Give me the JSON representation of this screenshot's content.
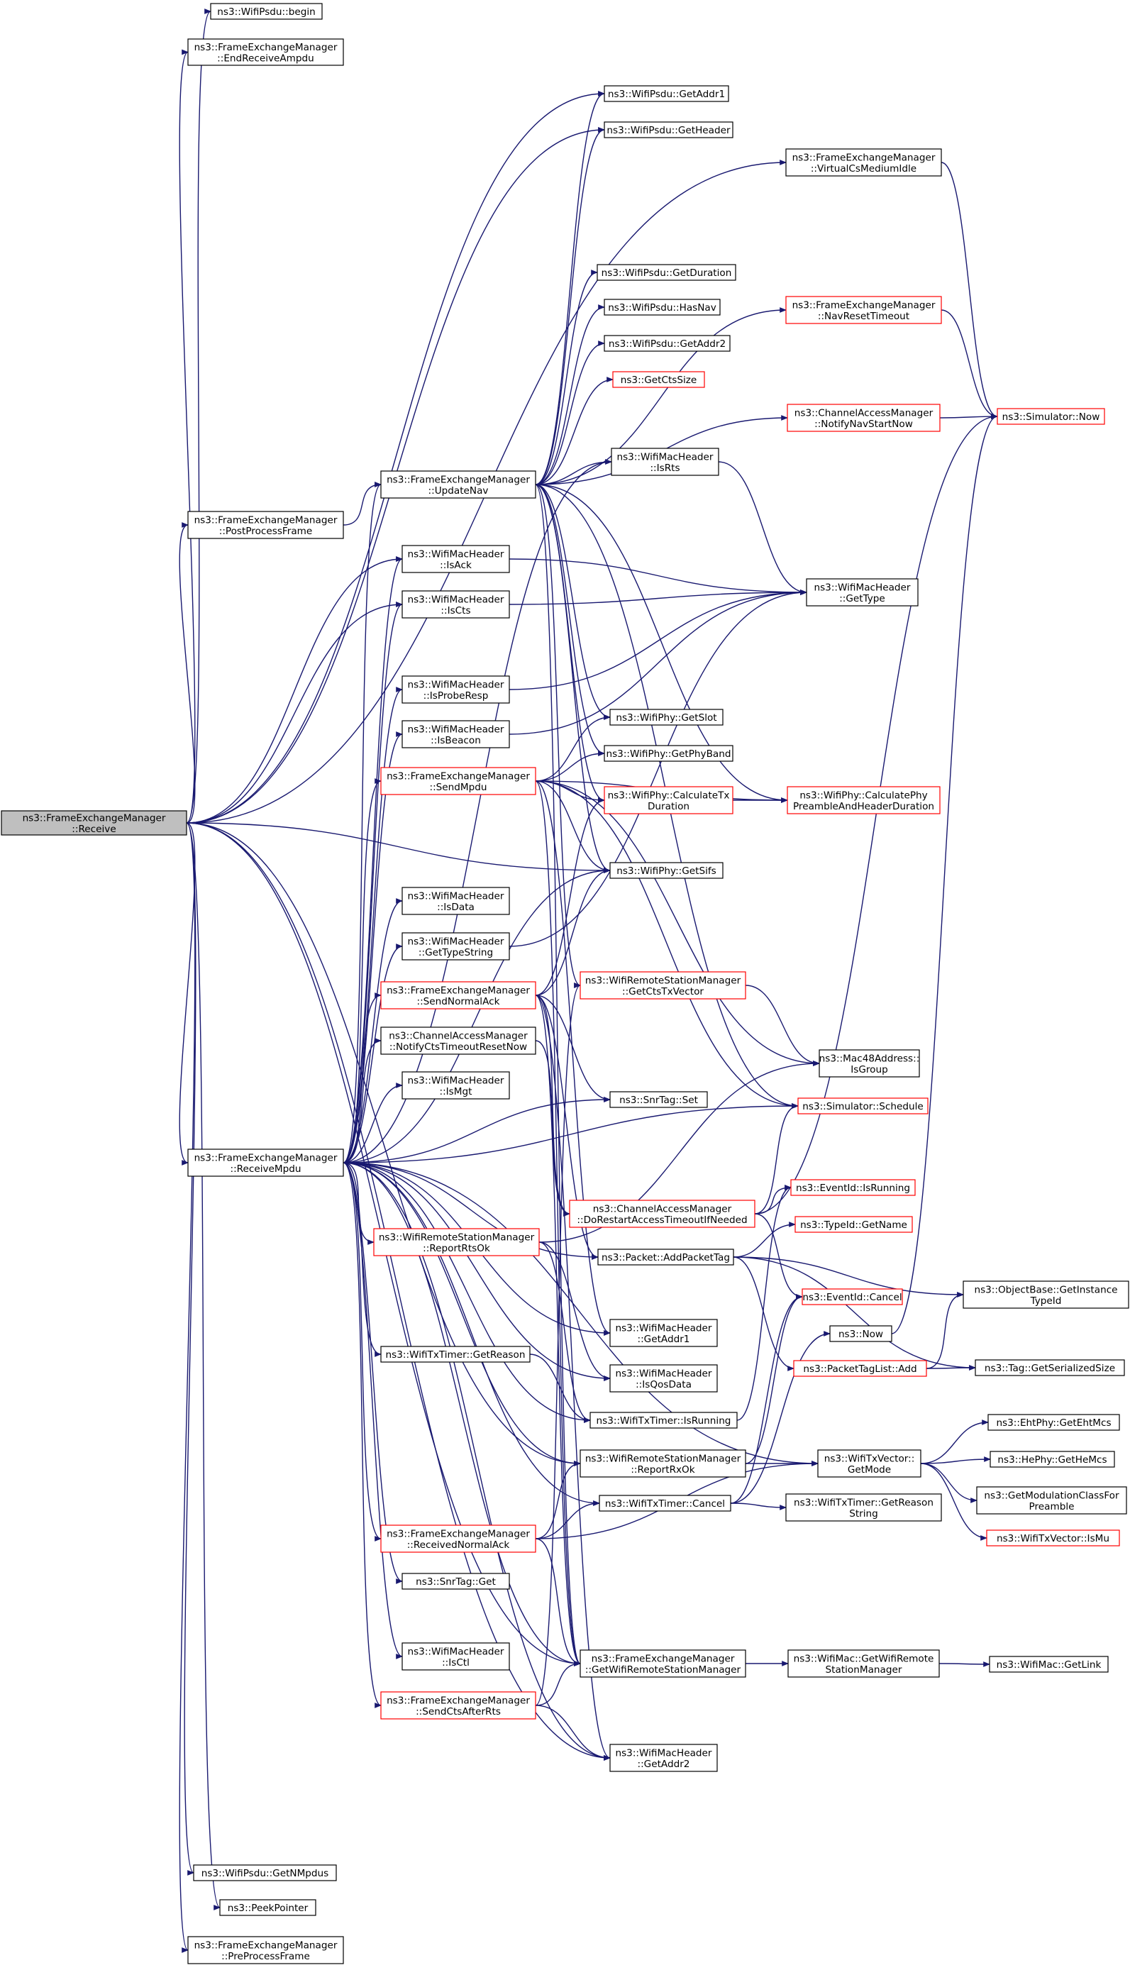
{
  "colors": {
    "edge": "#191970",
    "border_normal": "#000000",
    "border_truncated": "#ff0000",
    "fill_root": "#bfbfbf",
    "fill_normal": "#ffffff"
  },
  "nodes": [
    {
      "id": "receive",
      "lines": [
        "ns3::FrameExchangeManager",
        "::Receive"
      ],
      "root": true
    },
    {
      "id": "psdu_begin",
      "lines": [
        "ns3::WifiPsdu::begin"
      ]
    },
    {
      "id": "end_receive_ampdu",
      "lines": [
        "ns3::FrameExchangeManager",
        "::EndReceiveAmpdu"
      ]
    },
    {
      "id": "psdu_getaddr1",
      "lines": [
        "ns3::WifiPsdu::GetAddr1"
      ]
    },
    {
      "id": "psdu_getheader",
      "lines": [
        "ns3::WifiPsdu::GetHeader"
      ]
    },
    {
      "id": "virtual_cs_idle",
      "lines": [
        "ns3::FrameExchangeManager",
        "::VirtualCsMediumIdle"
      ]
    },
    {
      "id": "psdu_getduration",
      "lines": [
        "ns3::WifiPsdu::GetDuration"
      ]
    },
    {
      "id": "psdu_hasnav",
      "lines": [
        "ns3::WifiPsdu::HasNav"
      ]
    },
    {
      "id": "nav_reset_timeout",
      "lines": [
        "ns3::FrameExchangeManager",
        "::NavResetTimeout"
      ],
      "red": true
    },
    {
      "id": "psdu_getaddr2",
      "lines": [
        "ns3::WifiPsdu::GetAddr2"
      ]
    },
    {
      "id": "get_cts_size",
      "lines": [
        "ns3::GetCtsSize"
      ],
      "red": true
    },
    {
      "id": "simulator_now",
      "lines": [
        "ns3::Simulator::Now"
      ],
      "red": true
    },
    {
      "id": "notify_nav_start",
      "lines": [
        "ns3::ChannelAccessManager",
        "::NotifyNavStartNow"
      ],
      "red": true
    },
    {
      "id": "hdr_isrts",
      "lines": [
        "ns3::WifiMacHeader",
        "::IsRts"
      ]
    },
    {
      "id": "update_nav",
      "lines": [
        "ns3::FrameExchangeManager",
        "::UpdateNav"
      ]
    },
    {
      "id": "post_process",
      "lines": [
        "ns3::FrameExchangeManager",
        "::PostProcessFrame"
      ]
    },
    {
      "id": "hdr_isack",
      "lines": [
        "ns3::WifiMacHeader",
        "::IsAck"
      ]
    },
    {
      "id": "hdr_gettype",
      "lines": [
        "ns3::WifiMacHeader",
        "::GetType"
      ]
    },
    {
      "id": "hdr_iscts",
      "lines": [
        "ns3::WifiMacHeader",
        "::IsCts"
      ]
    },
    {
      "id": "hdr_isproberesp",
      "lines": [
        "ns3::WifiMacHeader",
        "::IsProbeResp"
      ]
    },
    {
      "id": "hdr_isbeacon",
      "lines": [
        "ns3::WifiMacHeader",
        "::IsBeacon"
      ]
    },
    {
      "id": "phy_getslot",
      "lines": [
        "ns3::WifiPhy::GetSlot"
      ]
    },
    {
      "id": "send_mpdu",
      "lines": [
        "ns3::FrameExchangeManager",
        "::SendMpdu"
      ],
      "red": true
    },
    {
      "id": "phy_getphyband",
      "lines": [
        "ns3::WifiPhy::GetPhyBand"
      ]
    },
    {
      "id": "phy_calctx",
      "lines": [
        "ns3::WifiPhy::CalculateTx",
        "Duration"
      ],
      "red": true
    },
    {
      "id": "phy_calcpreamble",
      "lines": [
        "ns3::WifiPhy::CalculatePhy",
        "PreambleAndHeaderDuration"
      ],
      "red": true
    },
    {
      "id": "phy_getsifs",
      "lines": [
        "ns3::WifiPhy::GetSifs"
      ]
    },
    {
      "id": "hdr_isdata",
      "lines": [
        "ns3::WifiMacHeader",
        "::IsData"
      ]
    },
    {
      "id": "hdr_gettypestring",
      "lines": [
        "ns3::WifiMacHeader",
        "::GetTypeString"
      ]
    },
    {
      "id": "rsm_getctstxvector",
      "lines": [
        "ns3::WifiRemoteStationManager",
        "::GetCtsTxVector"
      ],
      "red": true
    },
    {
      "id": "send_normal_ack",
      "lines": [
        "ns3::FrameExchangeManager",
        "::SendNormalAck"
      ],
      "red": true
    },
    {
      "id": "mac48_isgroup",
      "lines": [
        "ns3::Mac48Address::",
        "IsGroup"
      ]
    },
    {
      "id": "notify_cts_timeout",
      "lines": [
        "ns3::ChannelAccessManager",
        "::NotifyCtsTimeoutResetNow"
      ]
    },
    {
      "id": "hdr_ismgt",
      "lines": [
        "ns3::WifiMacHeader",
        "::IsMgt"
      ]
    },
    {
      "id": "snrtag_set",
      "lines": [
        "ns3::SnrTag::Set"
      ]
    },
    {
      "id": "simulator_schedule",
      "lines": [
        "ns3::Simulator::Schedule"
      ],
      "red": true
    },
    {
      "id": "receive_mpdu",
      "lines": [
        "ns3::FrameExchangeManager",
        "::ReceiveMpdu"
      ]
    },
    {
      "id": "do_restart_access",
      "lines": [
        "ns3::ChannelAccessManager",
        "::DoRestartAccessTimeoutIfNeeded"
      ],
      "red": true
    },
    {
      "id": "eventid_isrunning",
      "lines": [
        "ns3::EventId::IsRunning"
      ],
      "red": true
    },
    {
      "id": "rsm_reportrtsok",
      "lines": [
        "ns3::WifiRemoteStationManager",
        "::ReportRtsOk"
      ],
      "red": true
    },
    {
      "id": "typeid_getname",
      "lines": [
        "ns3::TypeId::GetName"
      ],
      "red": true
    },
    {
      "id": "packet_addpackettag",
      "lines": [
        "ns3::Packet::AddPacketTag"
      ]
    },
    {
      "id": "objectbase_getinstance",
      "lines": [
        "ns3::ObjectBase::GetInstance",
        "TypeId"
      ]
    },
    {
      "id": "eventid_cancel",
      "lines": [
        "ns3::EventId::Cancel"
      ],
      "red": true
    },
    {
      "id": "hdr_getaddr1",
      "lines": [
        "ns3::WifiMacHeader",
        "::GetAddr1"
      ]
    },
    {
      "id": "ns3_now",
      "lines": [
        "ns3::Now"
      ]
    },
    {
      "id": "txtimer_getreason",
      "lines": [
        "ns3::WifiTxTimer::GetReason"
      ]
    },
    {
      "id": "packettaglist_add",
      "lines": [
        "ns3::PacketTagList::Add"
      ],
      "red": true
    },
    {
      "id": "hdr_isqosdata",
      "lines": [
        "ns3::WifiMacHeader",
        "::IsQosData"
      ]
    },
    {
      "id": "tag_getserializedsize",
      "lines": [
        "ns3::Tag::GetSerializedSize"
      ]
    },
    {
      "id": "txtimer_isrunning",
      "lines": [
        "ns3::WifiTxTimer::IsRunning"
      ]
    },
    {
      "id": "ehtphy_getehtmcs",
      "lines": [
        "ns3::EhtPhy::GetEhtMcs"
      ]
    },
    {
      "id": "rsm_reportrxok",
      "lines": [
        "ns3::WifiRemoteStationManager",
        "::ReportRxOk"
      ]
    },
    {
      "id": "txvector_getmode",
      "lines": [
        "ns3::WifiTxVector::",
        "GetMode"
      ]
    },
    {
      "id": "hephy_gethemcs",
      "lines": [
        "ns3::HePhy::GetHeMcs"
      ]
    },
    {
      "id": "txtimer_cancel",
      "lines": [
        "ns3::WifiTxTimer::Cancel"
      ]
    },
    {
      "id": "get_modulation_class",
      "lines": [
        "ns3::GetModulationClassFor",
        "Preamble"
      ]
    },
    {
      "id": "txtimer_getreasonstring",
      "lines": [
        "ns3::WifiTxTimer::GetReason",
        "String"
      ]
    },
    {
      "id": "received_normal_ack",
      "lines": [
        "ns3::FrameExchangeManager",
        "::ReceivedNormalAck"
      ],
      "red": true
    },
    {
      "id": "txvector_ismu",
      "lines": [
        "ns3::WifiTxVector::IsMu"
      ],
      "red": true
    },
    {
      "id": "snrtag_get",
      "lines": [
        "ns3::SnrTag::Get"
      ]
    },
    {
      "id": "hdr_isctl",
      "lines": [
        "ns3::WifiMacHeader",
        "::IsCtl"
      ]
    },
    {
      "id": "get_wifi_rsm",
      "lines": [
        "ns3::FrameExchangeManager",
        "::GetWifiRemoteStationManager"
      ]
    },
    {
      "id": "mac_getwifirsm",
      "lines": [
        "ns3::WifiMac::GetWifiRemote",
        "StationManager"
      ]
    },
    {
      "id": "mac_getlink",
      "lines": [
        "ns3::WifiMac::GetLink"
      ]
    },
    {
      "id": "send_cts_after_rts",
      "lines": [
        "ns3::FrameExchangeManager",
        "::SendCtsAfterRts"
      ],
      "red": true
    },
    {
      "id": "hdr_getaddr2",
      "lines": [
        "ns3::WifiMacHeader",
        "::GetAddr2"
      ]
    },
    {
      "id": "psdu_getnmpdus",
      "lines": [
        "ns3::WifiPsdu::GetNMpdus"
      ]
    },
    {
      "id": "peek_pointer",
      "lines": [
        "ns3::PeekPointer"
      ]
    },
    {
      "id": "pre_process",
      "lines": [
        "ns3::FrameExchangeManager",
        "::PreProcessFrame"
      ]
    }
  ]
}
